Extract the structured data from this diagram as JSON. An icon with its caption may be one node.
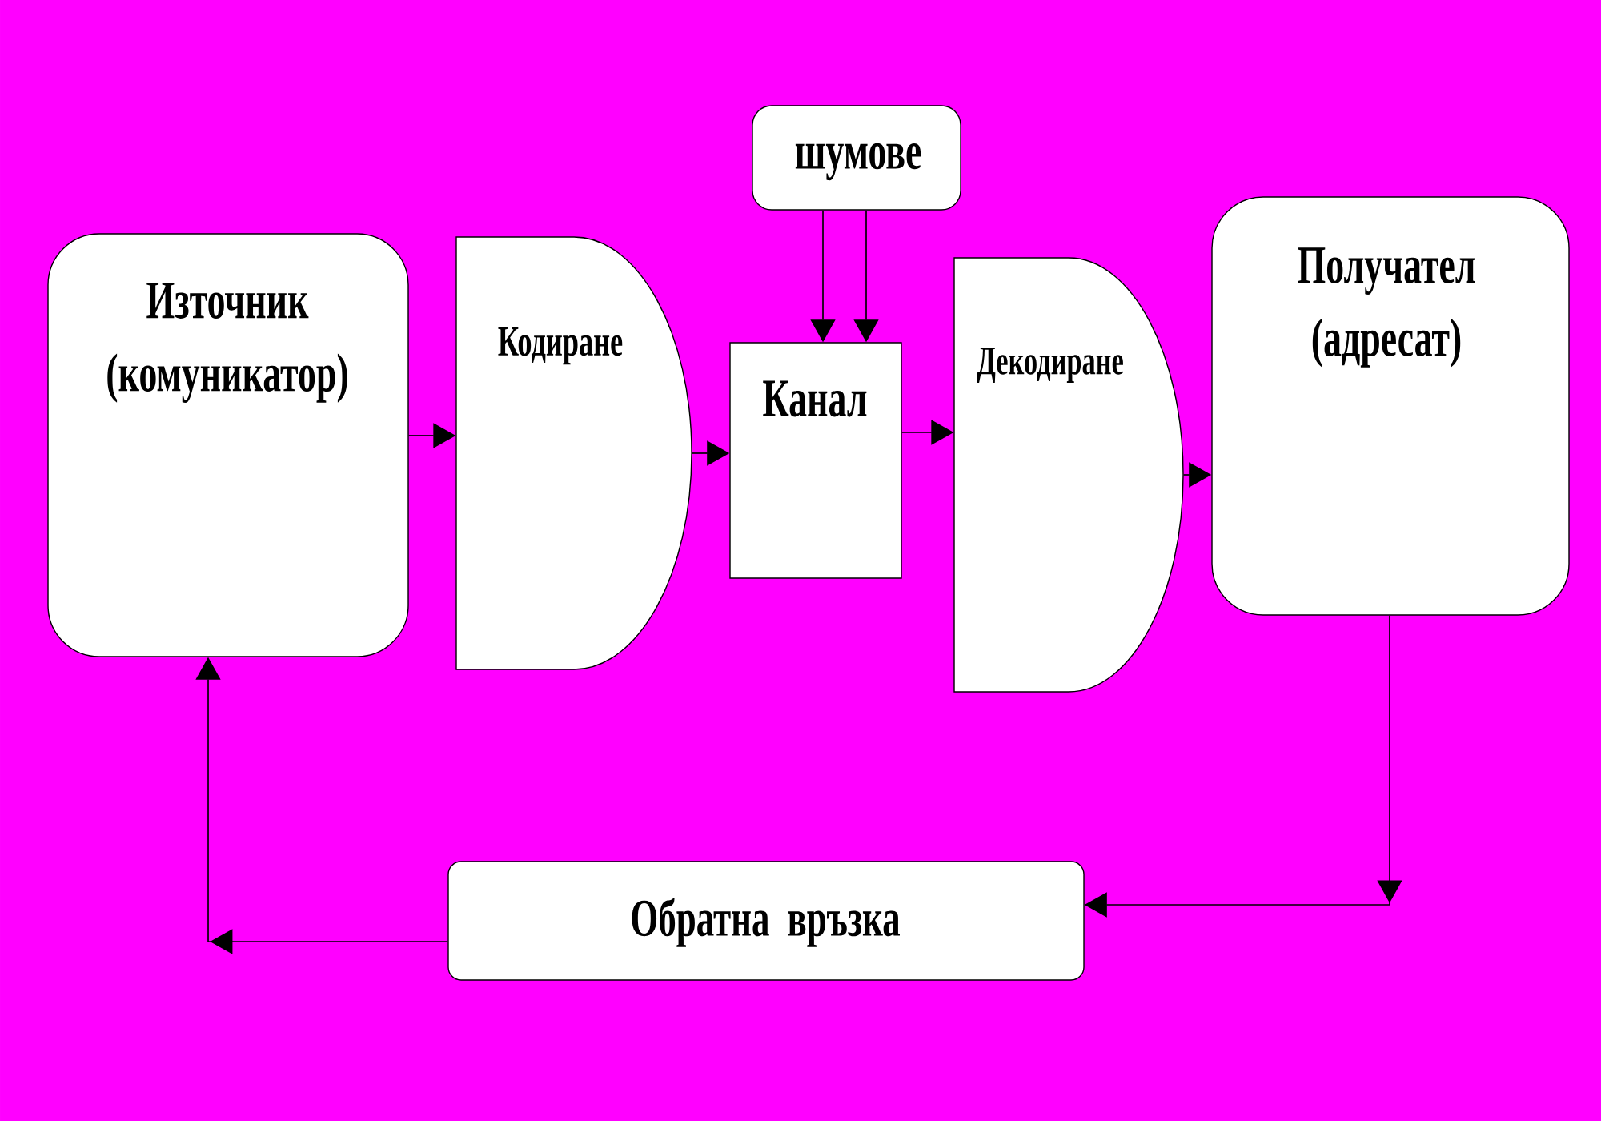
{
  "diagram": {
    "nodes": [
      {
        "text": [
          "Източник (комуникатор)"
        ]
      },
      {
        "text": [
          "Кодиране"
        ]
      },
      {
        "text": [
          "шумове"
        ]
      },
      {
        "text": [
          "Канал"
        ]
      },
      {
        "text": [
          "Декодиране"
        ]
      },
      {
        "text": [
          "Получател (адресат)"
        ]
      },
      {
        "text": [
          "Обратна връзка"
        ]
      }
    ],
    "edges": [
      {
        "from": 0,
        "to": 1,
        "arrow": "to"
      },
      {
        "from": 1,
        "to": 3,
        "arrow": "to"
      },
      {
        "from": 2,
        "to": 3,
        "arrow": "to"
      },
      {
        "from": 2,
        "to": 3,
        "arrow": "to"
      },
      {
        "from": 3,
        "to": 4,
        "arrow": "to"
      },
      {
        "from": 4,
        "to": 5,
        "arrow": "to"
      },
      {
        "from": 5,
        "to": 6,
        "arrow": "to"
      },
      {
        "from": 6,
        "to": 0,
        "arrow": "to"
      }
    ]
  }
}
